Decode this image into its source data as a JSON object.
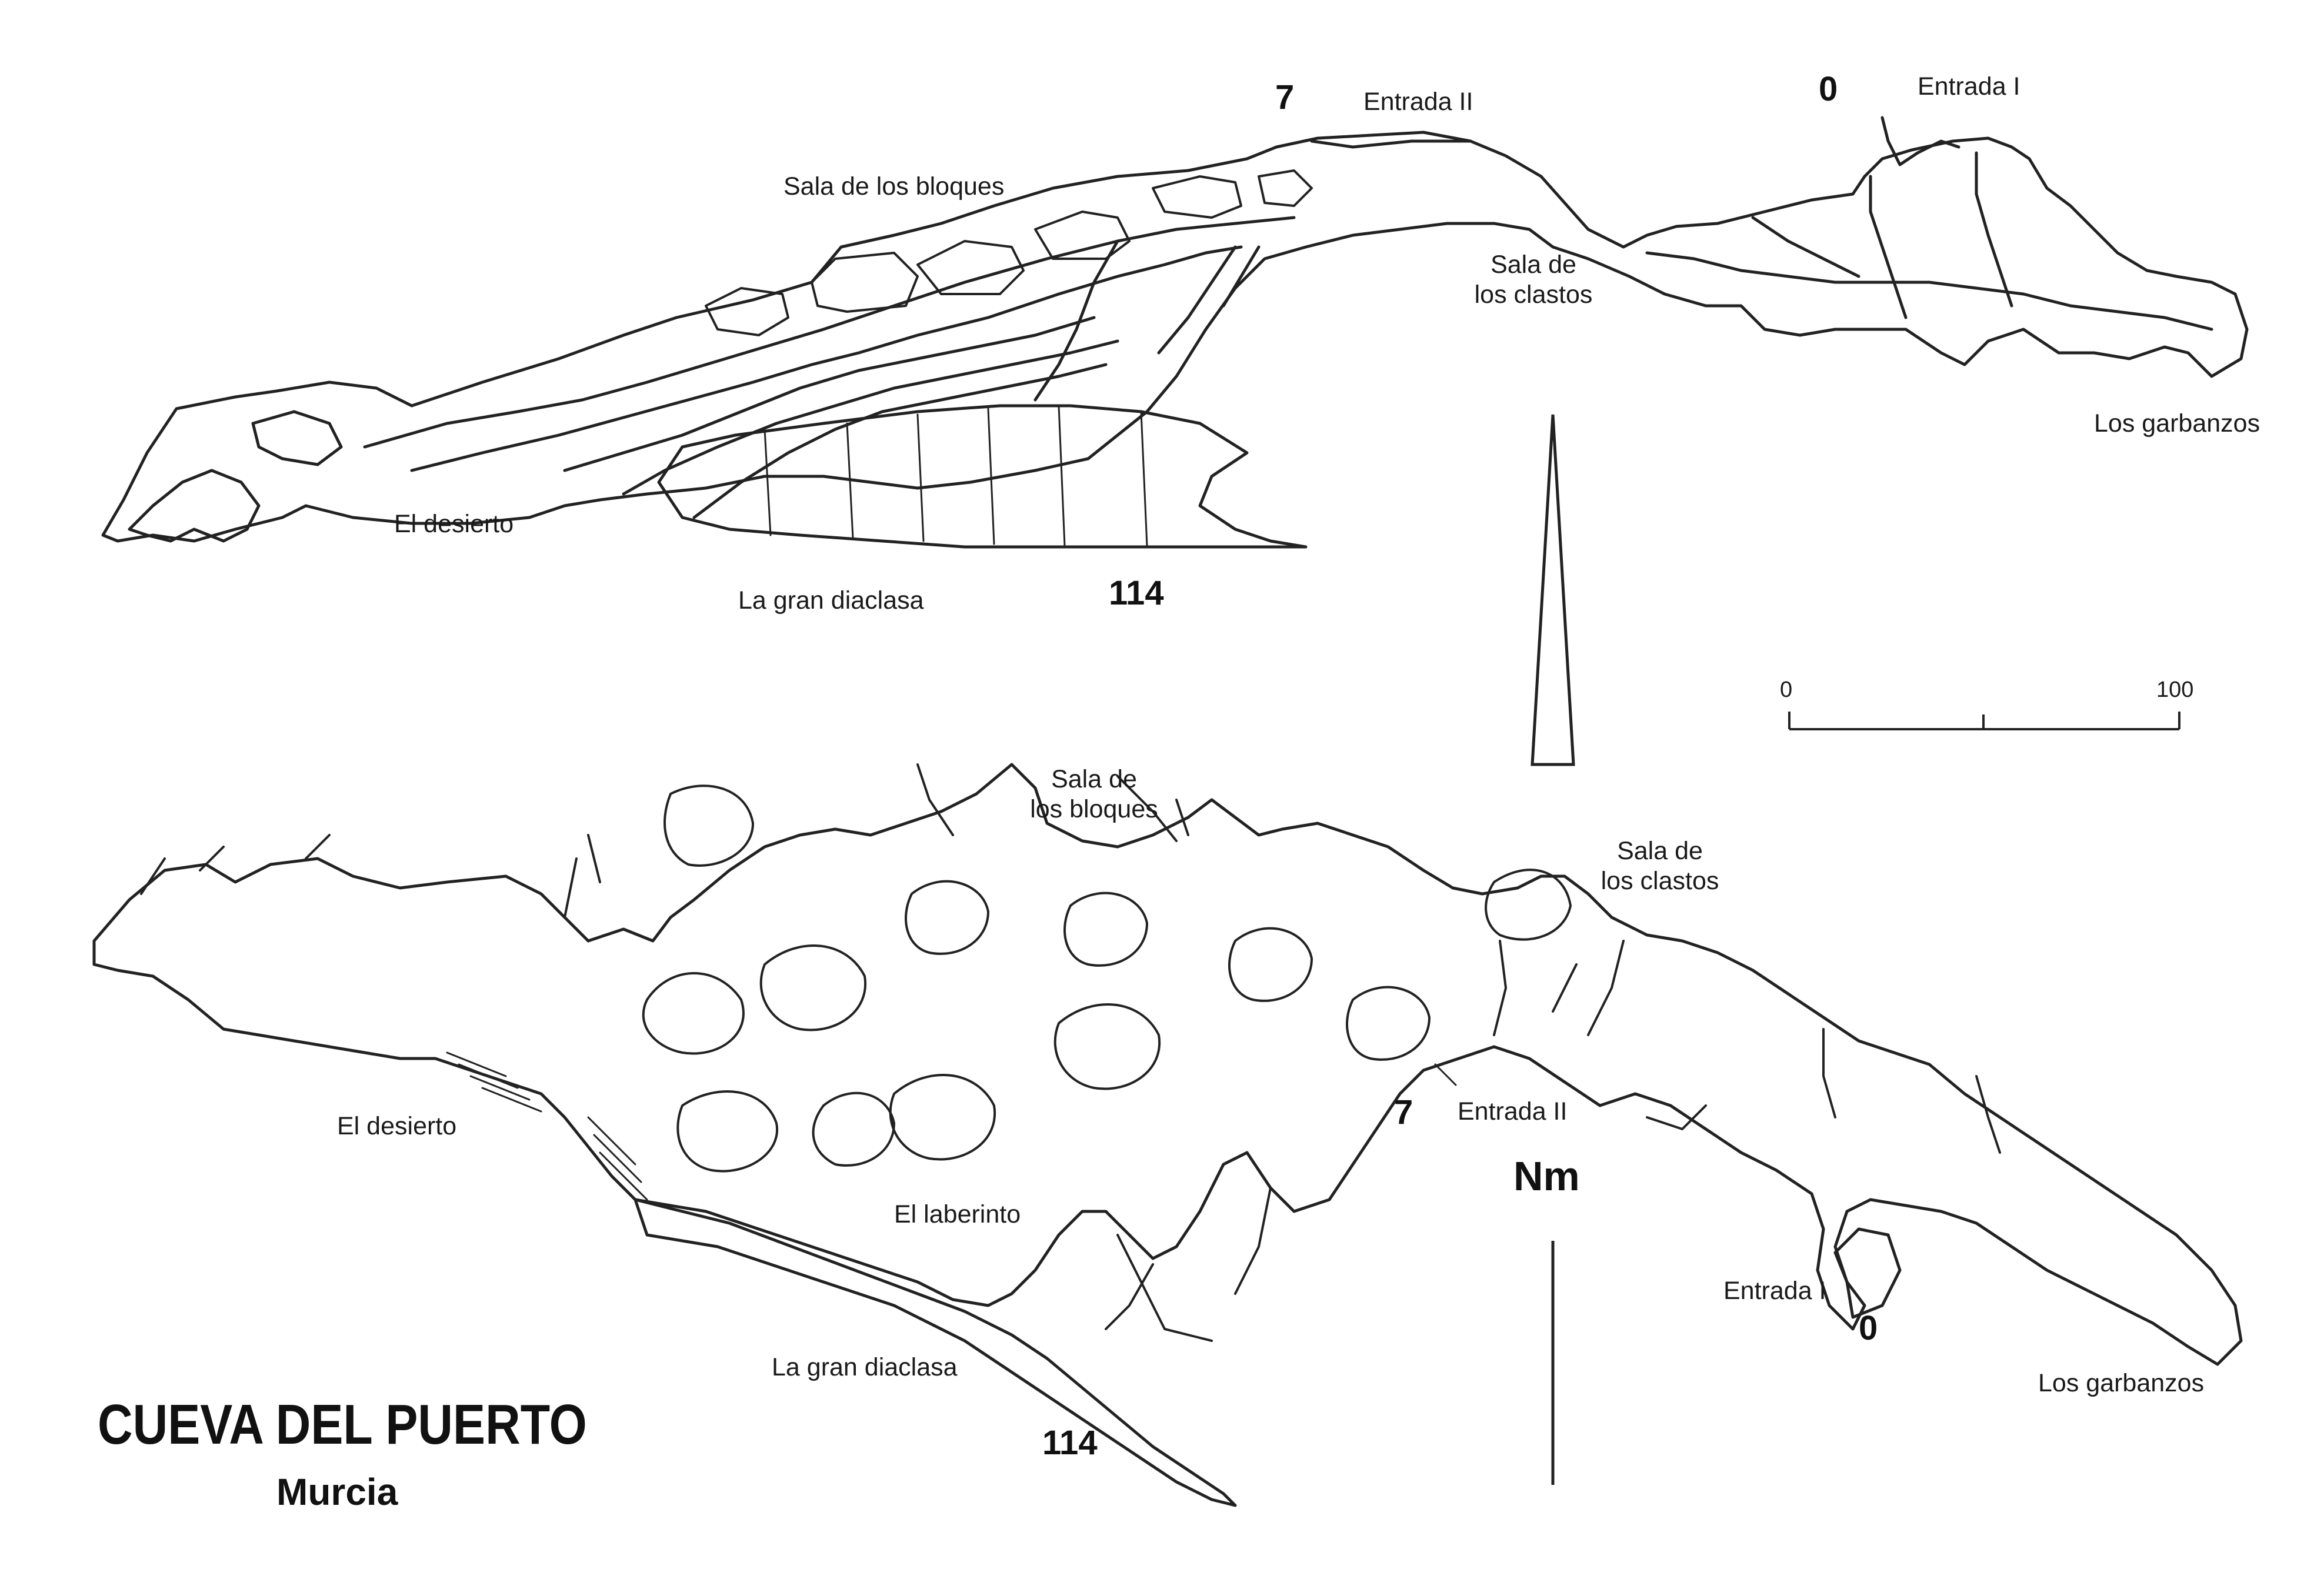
{
  "title": "CUEVA DEL PUERTO",
  "subtitle": "Murcia",
  "profile": {
    "labels": {
      "entrada_ii": "Entrada II",
      "entrada_i": "Entrada I",
      "sala_bloques": "Sala de los bloques",
      "sala_clastos_1": "Sala de",
      "sala_clastos_2": "los clastos",
      "garbanzos": "Los garbanzos",
      "desierto": "El desierto",
      "gran_diaclasa": "La gran diaclasa"
    },
    "stations": {
      "entrada_ii": "7",
      "entrada_i": "0",
      "deepest": "114"
    }
  },
  "plan": {
    "labels": {
      "sala_bloques_1": "Sala de",
      "sala_bloques_2": "los bloques",
      "sala_clastos_1": "Sala de",
      "sala_clastos_2": "los clastos",
      "entrada_ii": "Entrada II",
      "entrada_i": "Entrada I",
      "desierto": "El desierto",
      "laberinto": "El laberinto",
      "gran_diaclasa": "La gran diaclasa",
      "garbanzos": "Los garbanzos"
    },
    "stations": {
      "entrada_ii": "7",
      "entrada_i": "0",
      "deepest": "114"
    }
  },
  "scale": {
    "min": "0",
    "max": "100"
  },
  "north": "Nm"
}
